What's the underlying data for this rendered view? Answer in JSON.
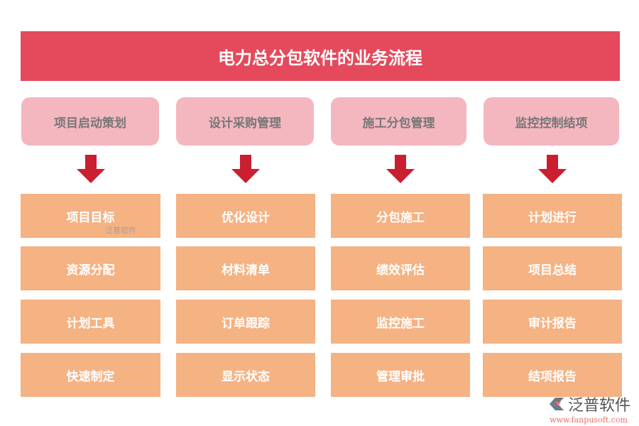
{
  "title": "电力总分包软件的业务流程",
  "colors": {
    "title": "#e54a5c",
    "header": "#f4b6bf",
    "arrow": "#c91f30",
    "item": "#f5b283"
  },
  "columns": [
    {
      "header": "项目启动策划",
      "items": [
        "项目目标",
        "资源分配",
        "计划工具",
        "快速制定"
      ]
    },
    {
      "header": "设计采购管理",
      "items": [
        "优化设计",
        "材料清单",
        "订单跟踪",
        "显示状态"
      ]
    },
    {
      "header": "施工分包管理",
      "items": [
        "分包施工",
        "绩效评估",
        "监控施工",
        "管理审批"
      ]
    },
    {
      "header": "监控控制结项",
      "items": [
        "计划进行",
        "项目总结",
        "审计报告",
        "结项报告"
      ]
    }
  ],
  "watermark": "泛普软件",
  "logo": {
    "name": "泛普软件",
    "url": "www.fanpusoft.com"
  }
}
